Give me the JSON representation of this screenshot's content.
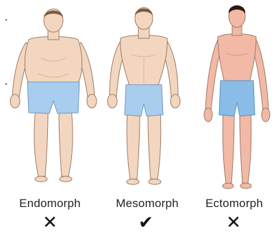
{
  "types": [
    {
      "name": "Endomorph",
      "verdict": "✕",
      "verdict_icon": "cross-mark-icon"
    },
    {
      "name": "Mesomorph",
      "verdict": "✔",
      "verdict_icon": "check-mark-icon"
    },
    {
      "name": "Ectomorph",
      "verdict": "✕",
      "verdict_icon": "cross-mark-icon"
    }
  ],
  "colors": {
    "skin": "#f3d6bf",
    "skin_ecto": "#f2b9a6",
    "skin_shadow": "#d9b49b",
    "shorts": "#a9cdee",
    "shorts_ecto": "#89bde8",
    "hair": "#7a5b3c",
    "hair_ecto": "#2a1d14",
    "outline": "#9c7a63"
  }
}
